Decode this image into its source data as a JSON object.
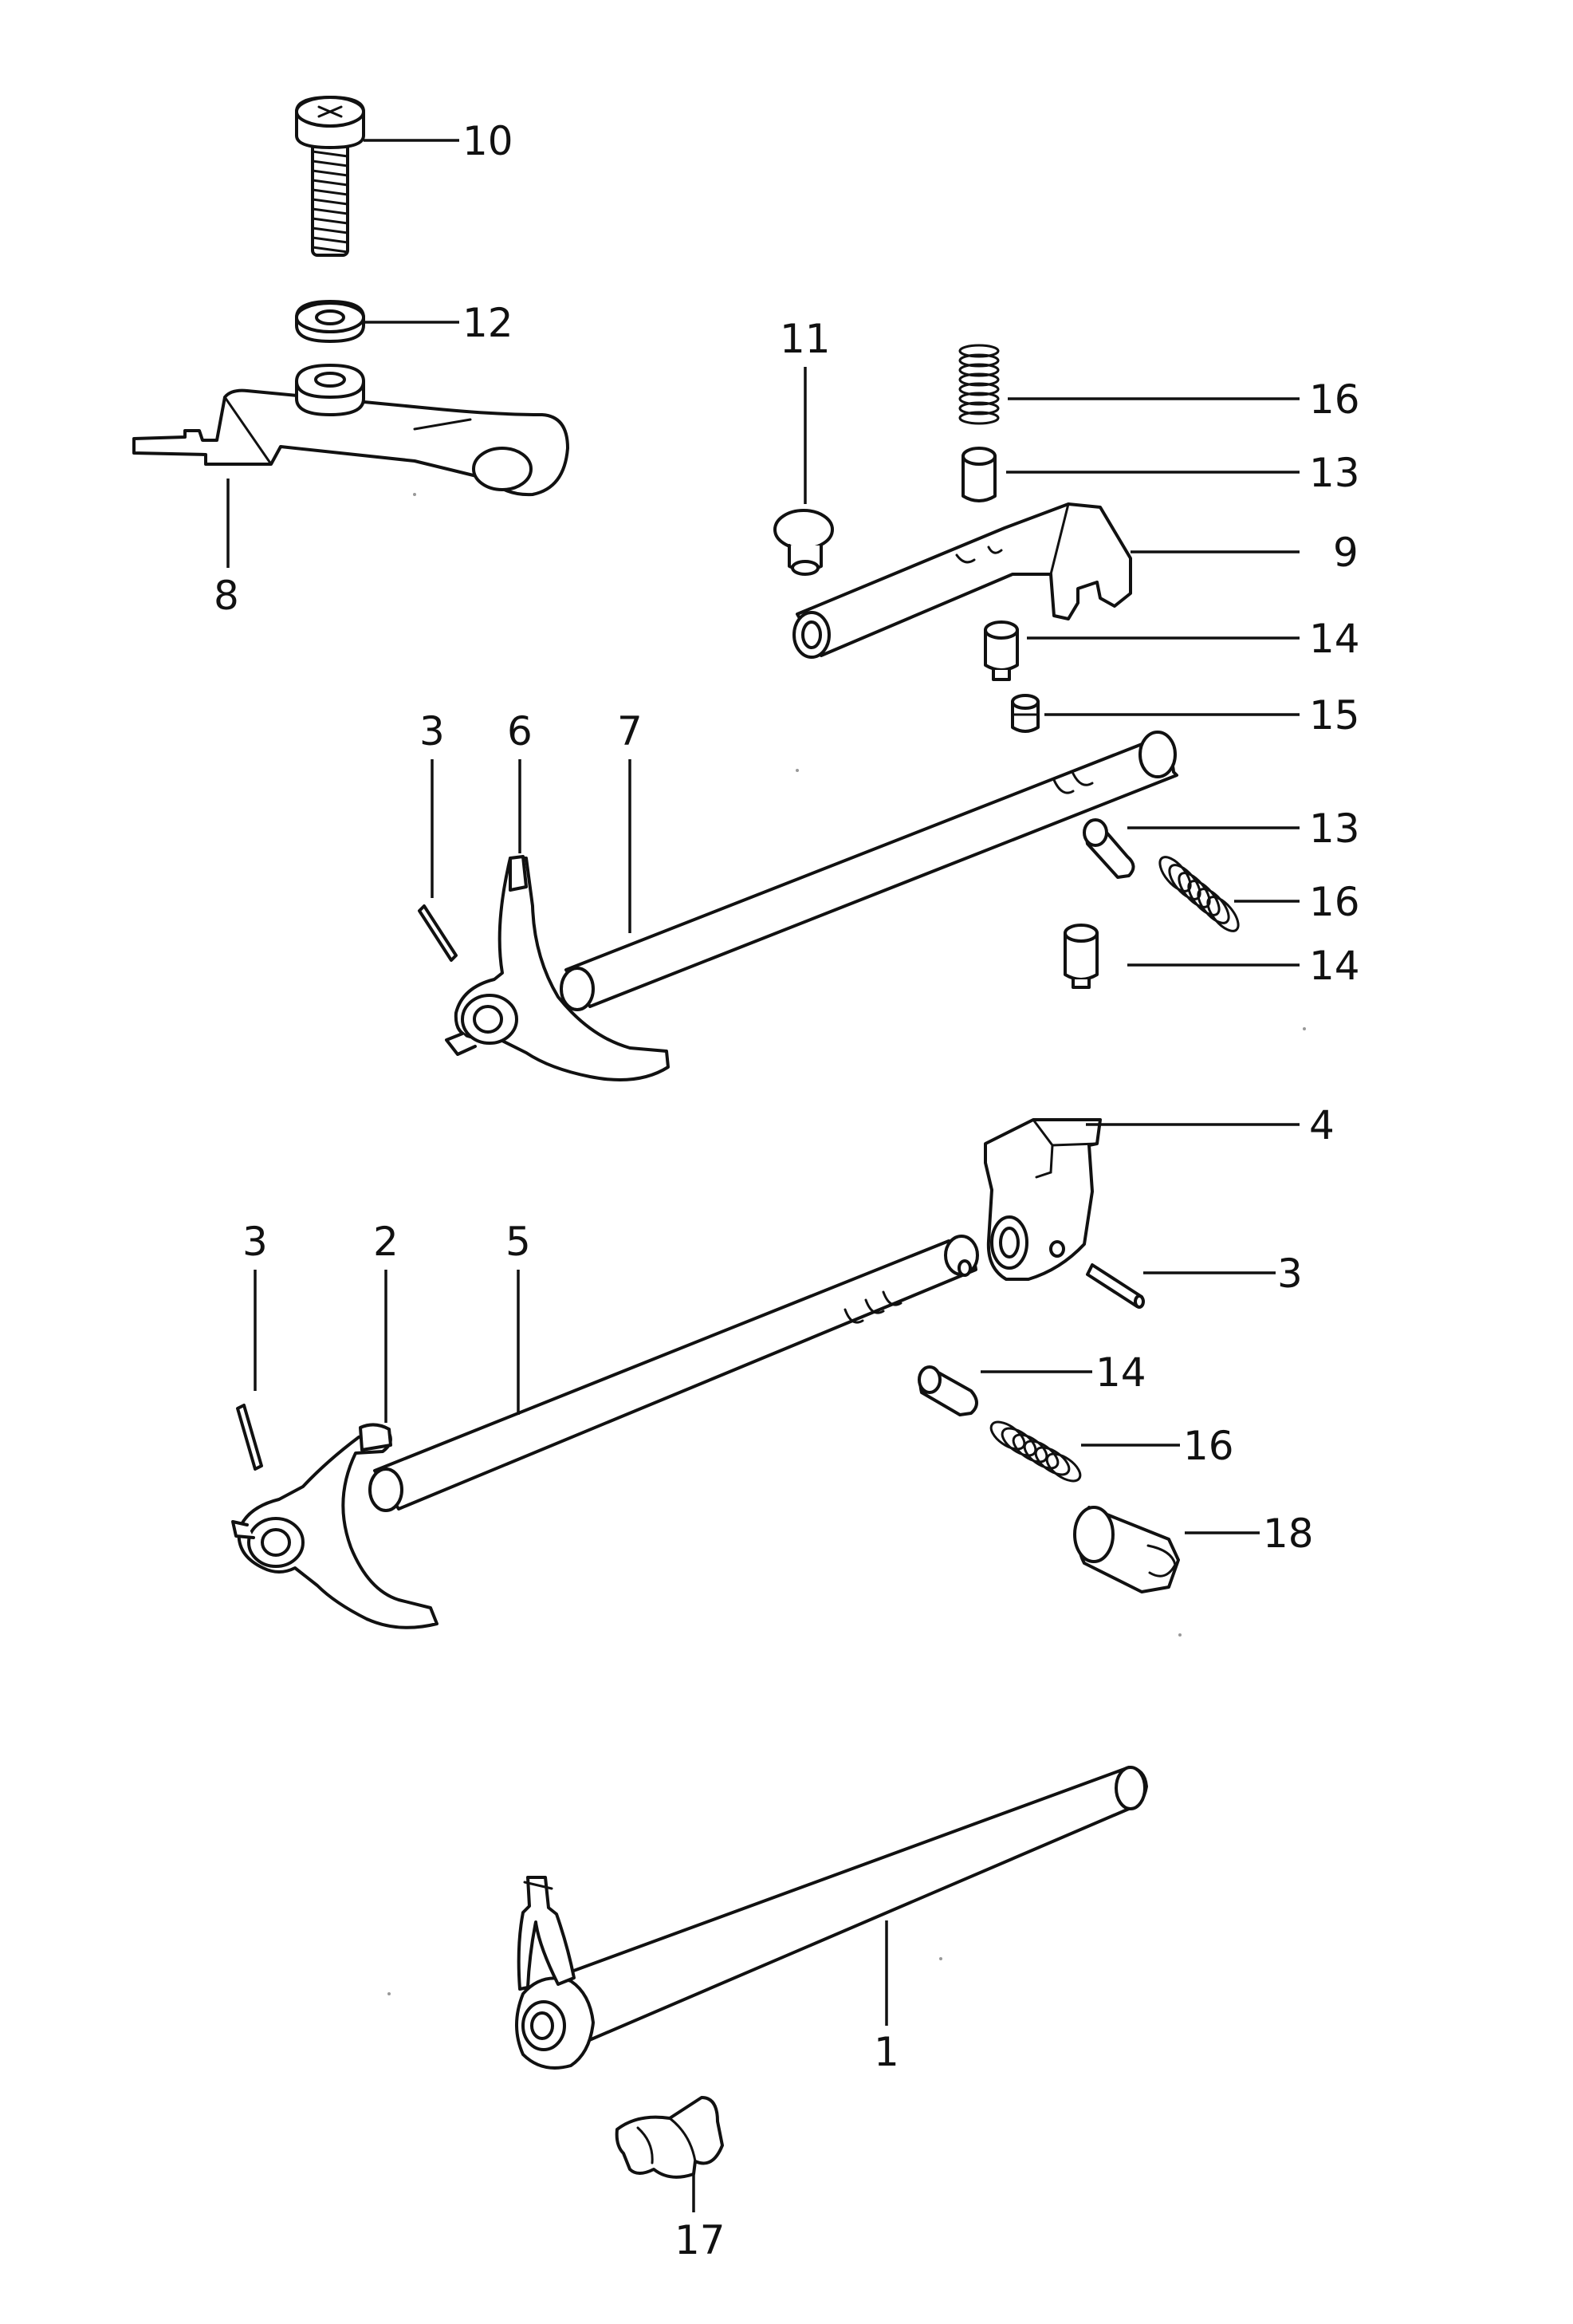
{
  "diagram": {
    "ink_color": "#111111",
    "background": "#ffffff",
    "callouts": [
      {
        "id": "c10",
        "label": "10",
        "part": "screw"
      },
      {
        "id": "c12",
        "label": "12",
        "part": "washer"
      },
      {
        "id": "c8",
        "label": "8",
        "part": "bracket"
      },
      {
        "id": "c11",
        "label": "11",
        "part": "plug"
      },
      {
        "id": "c16a",
        "label": "16",
        "part": "spring"
      },
      {
        "id": "c13a",
        "label": "13",
        "part": "pin"
      },
      {
        "id": "c9",
        "label": "9",
        "part": "selector-lever"
      },
      {
        "id": "c14a",
        "label": "14",
        "part": "detent-plunger"
      },
      {
        "id": "c15",
        "label": "15",
        "part": "small-plunger"
      },
      {
        "id": "c3a",
        "label": "3",
        "part": "roll-pin"
      },
      {
        "id": "c6",
        "label": "6",
        "part": "shift-fork"
      },
      {
        "id": "c7",
        "label": "7",
        "part": "selector-rod"
      },
      {
        "id": "c13b",
        "label": "13",
        "part": "pin"
      },
      {
        "id": "c16b",
        "label": "16",
        "part": "spring"
      },
      {
        "id": "c14b",
        "label": "14",
        "part": "detent-plunger"
      },
      {
        "id": "c4",
        "label": "4",
        "part": "selector-dog"
      },
      {
        "id": "c3b",
        "label": "3",
        "part": "roll-pin"
      },
      {
        "id": "c3c",
        "label": "3",
        "part": "roll-pin"
      },
      {
        "id": "c2",
        "label": "2",
        "part": "shift-fork"
      },
      {
        "id": "c5",
        "label": "5",
        "part": "selector-rod"
      },
      {
        "id": "c14c",
        "label": "14",
        "part": "detent-plunger"
      },
      {
        "id": "c16c",
        "label": "16",
        "part": "spring"
      },
      {
        "id": "c18",
        "label": "18",
        "part": "sleeve"
      },
      {
        "id": "c1",
        "label": "1",
        "part": "reverse-selector-rod"
      },
      {
        "id": "c17",
        "label": "17",
        "part": "clip"
      }
    ]
  }
}
